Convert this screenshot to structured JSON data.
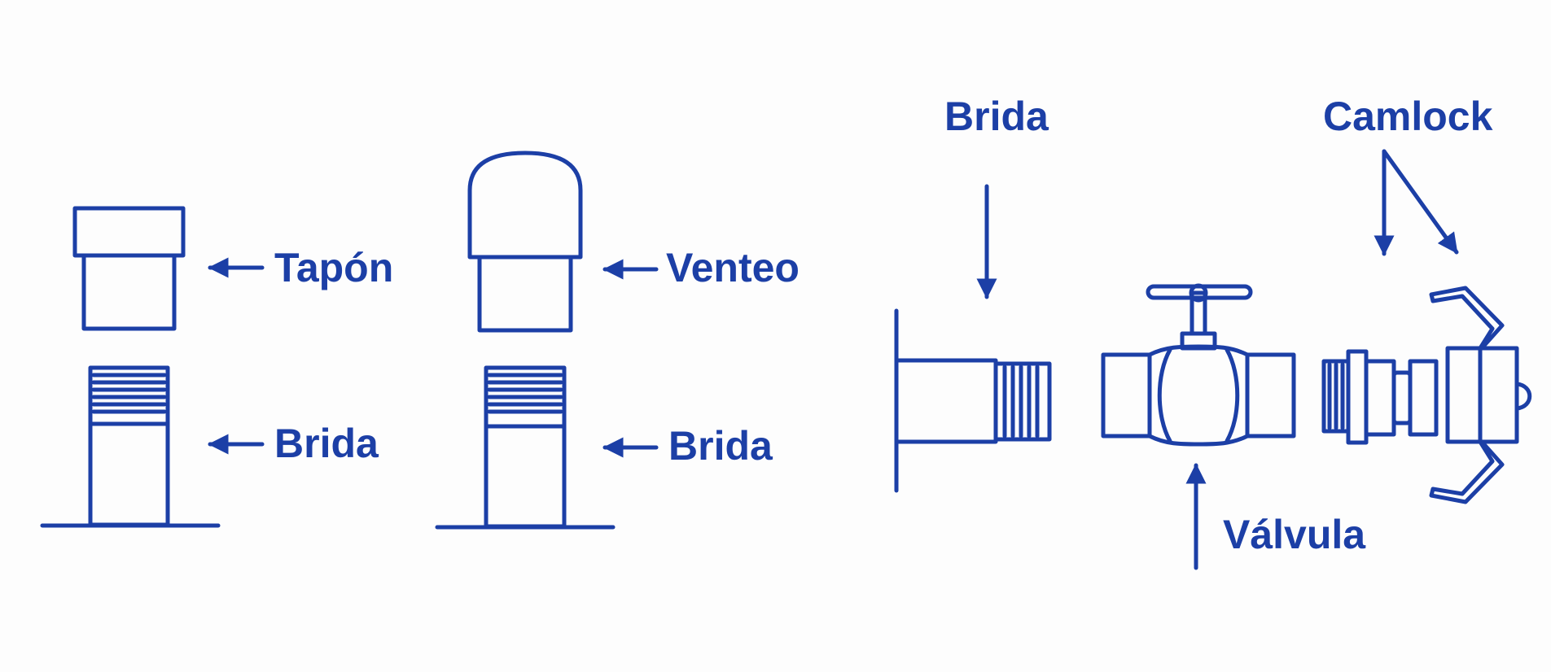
{
  "colors": {
    "ink": "#1c3fa6",
    "background": "#fdfdfd"
  },
  "labels": {
    "tapon": "Tapón",
    "brida_left": "Brida",
    "venteo": "Venteo",
    "brida_mid": "Brida",
    "brida_top": "Brida",
    "camlock": "Camlock",
    "valvula": "Válvula"
  }
}
